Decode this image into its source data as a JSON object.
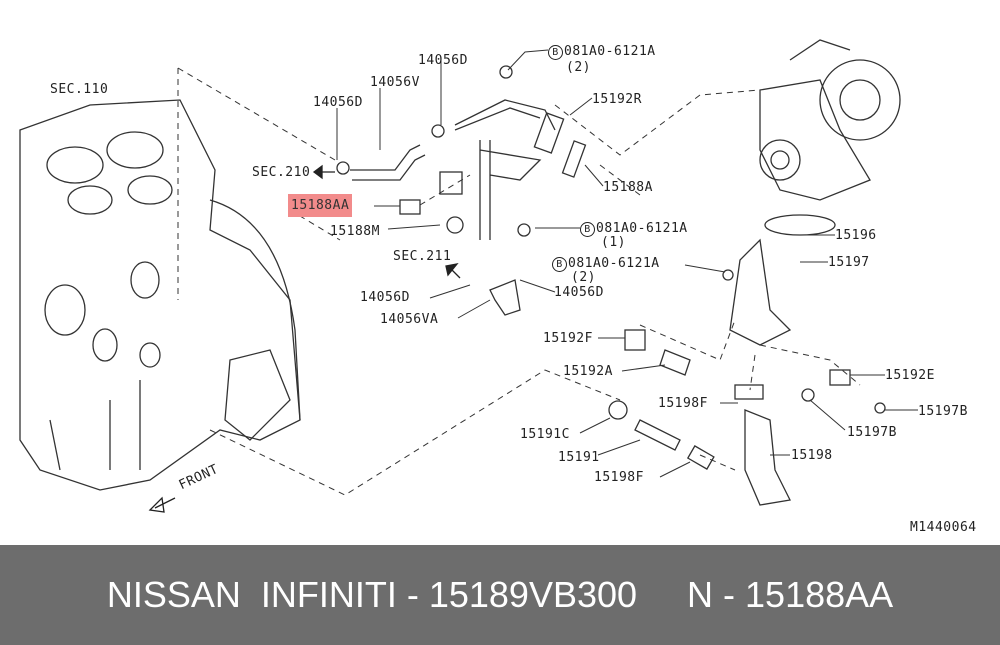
{
  "diagram": {
    "sections": {
      "sec110": "SEC.110",
      "sec210": "SEC.210",
      "sec211": "SEC.211"
    },
    "front_label": "FRONT",
    "drawing_id": "M1440064",
    "highlighted_part": "15188AA",
    "bolt_marker": "B",
    "labels": {
      "l14056d_top": "14056D",
      "bolt1": "081A0-6121A",
      "bolt1_qty": "(2)",
      "l14056v": "14056V",
      "l14056d_left": "14056D",
      "l15192r": "15192R",
      "l15188a": "15188A",
      "l15188m": "15188M",
      "bolt2": "081A0-6121A",
      "bolt2_qty": "(1)",
      "l15196": "15196",
      "bolt3": "081A0-6121A",
      "bolt3_qty": "(2)",
      "l15197": "15197",
      "l14056d_low": "14056D",
      "l14056d_mid": "14056D",
      "l14056va": "14056VA",
      "l15192f": "15192F",
      "l15192e": "15192E",
      "l15192a": "15192A",
      "l15198f_top": "15198F",
      "l15197b_right": "15197B",
      "l15191c": "15191C",
      "l15197b_low": "15197B",
      "l15191": "15191",
      "l15198": "15198",
      "l15198f_low": "15198F"
    }
  },
  "footer": {
    "text": "NISSAN  INFINITI - 15189VB300     N - 15188AA"
  }
}
